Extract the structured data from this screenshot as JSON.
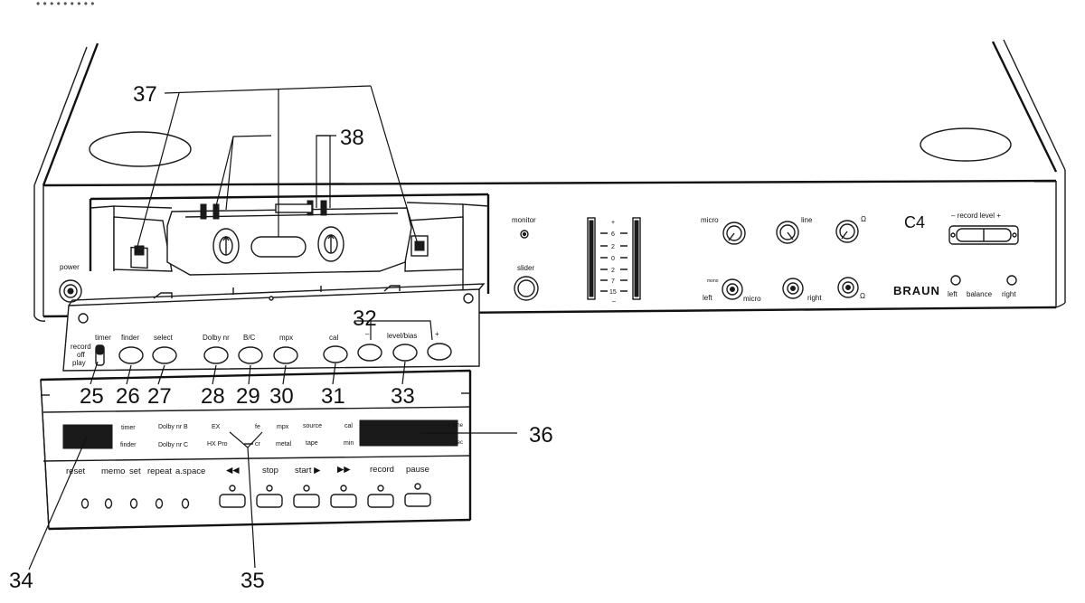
{
  "top_strip": "• • • • • • • • •",
  "callouts": {
    "c25": "25",
    "c26": "26",
    "c27": "27",
    "c28": "28",
    "c29": "29",
    "c30": "30",
    "c31": "31",
    "c32": "32",
    "c33": "33",
    "c34": "34",
    "c35": "35",
    "c36": "36",
    "c37": "37",
    "c38": "38"
  },
  "deck": {
    "power": "power",
    "monitor": "monitor",
    "slider": "slider",
    "meter_scale": [
      "+",
      "6",
      "2",
      "0",
      "2",
      "7",
      "15",
      "–"
    ],
    "micro": "micro",
    "line": "line",
    "mono": "mono",
    "left": "left",
    "micro_jack": "micro",
    "right": "right",
    "model": "C4",
    "record_level": "– record level +",
    "brand": "BRAUN",
    "bal_left": "left",
    "balance": "balance",
    "bal_right": "right"
  },
  "panel": {
    "record": "record",
    "off": "off",
    "play": "play",
    "timer": "timer",
    "finder": "finder",
    "select": "select",
    "dolby": "Dolby nr",
    "bc": "B/C",
    "mpx": "mpx",
    "cal": "cal",
    "minus": "–",
    "level_bias": "level/bias",
    "plus": "+"
  },
  "display": {
    "timer": "timer",
    "finder": "finder",
    "dolby_b": "Dolby nr B",
    "dolby_c": "Dolby nr C",
    "ex": "EX",
    "hxpro": "HX Pro",
    "fe": "fe",
    "cr": "cr",
    "mpx": "mpx",
    "metal": "metal",
    "source": "source",
    "tape": "tape",
    "cal": "cal",
    "min": "min",
    "rtime": "r. time",
    "sec": "sec"
  },
  "transport": {
    "reset": "reset",
    "memo": "memo",
    "set": "set",
    "repeat": "repeat",
    "aspace": "a.space",
    "rew": "◀◀",
    "stop": "stop",
    "start": "start ▶",
    "ff": "▶▶",
    "record": "record",
    "pause": "pause"
  }
}
